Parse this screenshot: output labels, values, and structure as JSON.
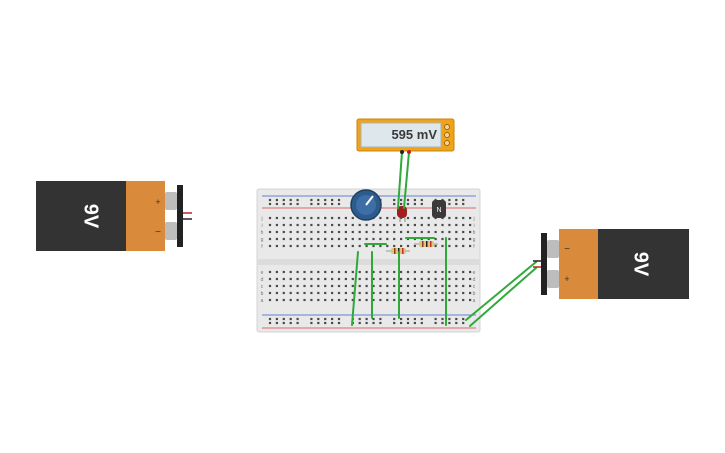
{
  "multimeter": {
    "reading": "595 mV"
  },
  "battery_left": {
    "label": "9V",
    "plus": "+",
    "minus": "−"
  },
  "battery_right": {
    "label": "9V",
    "plus": "+",
    "minus": "−"
  },
  "breadboard": {
    "row_letters_top": [
      "j",
      "i",
      "h",
      "g",
      "f"
    ],
    "row_letters_bottom": [
      "e",
      "d",
      "c",
      "b",
      "a"
    ]
  },
  "colors": {
    "wire": "#2faa3a",
    "battery_body": "#333333",
    "battery_cap": "#d98a3a",
    "multimeter_frame": "#f0a21a",
    "multimeter_screen": "#dde7ec",
    "potentiometer": "#2d5b8c",
    "led": "#a11f1f",
    "rail_red": "#d23b3b",
    "rail_blue": "#3b5bd2",
    "breadboard": "#e9e9e9"
  }
}
